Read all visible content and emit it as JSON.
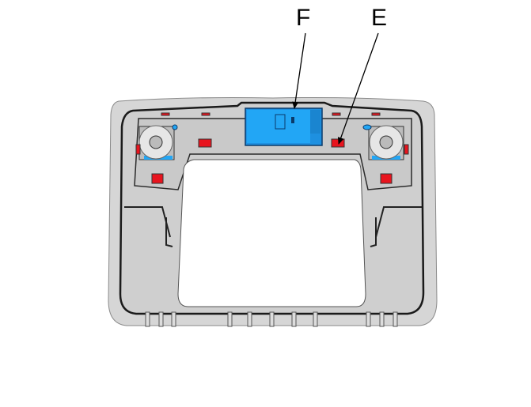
{
  "callouts": [
    {
      "letter": "F",
      "target": "connector"
    },
    {
      "letter": "E",
      "target": "clip"
    }
  ],
  "colors": {
    "housing": "#d3d3d3",
    "connector": "#22a6f5",
    "clip": "#e8141e",
    "outline": "#1a1a1a"
  }
}
